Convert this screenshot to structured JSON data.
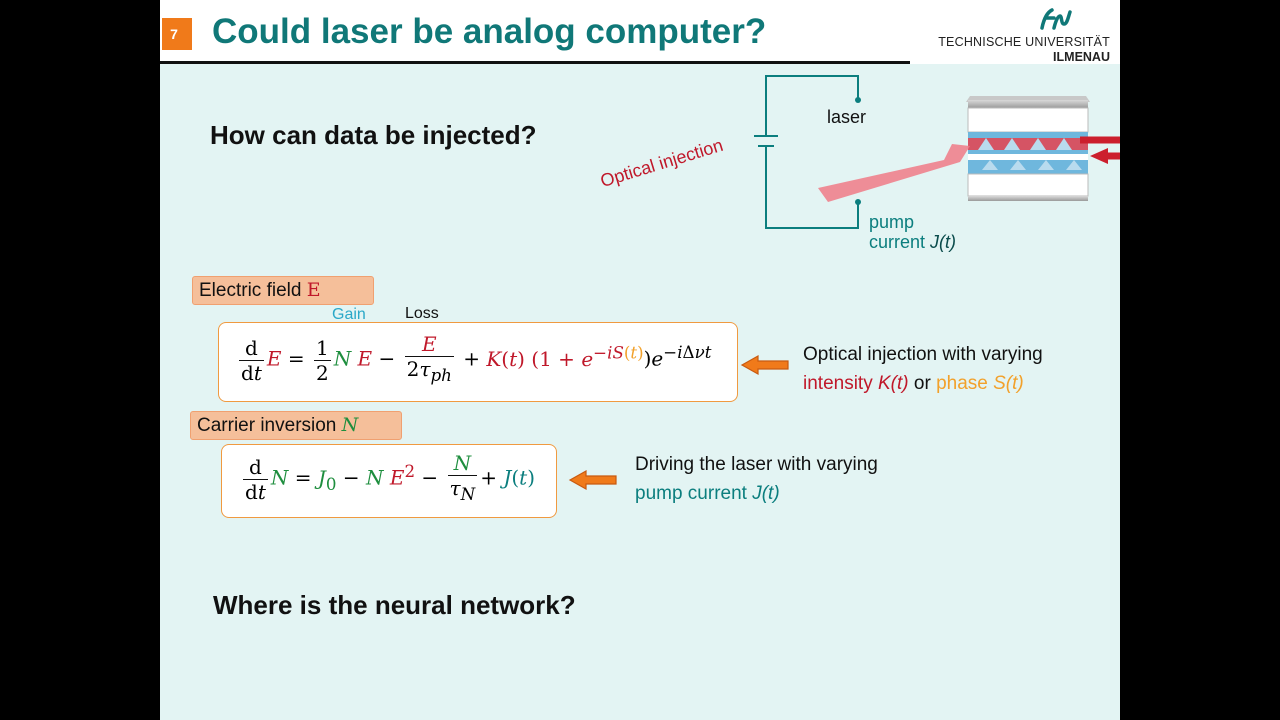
{
  "slide": {
    "number": "7",
    "title": "Could laser be analog computer?",
    "university": {
      "line1": "TECHNISCHE UNIVERSITÄT",
      "line2": "ILMENAU"
    },
    "question1": "How can data be injected?",
    "question2": "Where is the neural network?"
  },
  "diagram": {
    "laser_label": "laser",
    "optical_injection_label": "Optical injection",
    "pump_label": "pump",
    "current_label": "current",
    "current_symbol": "J(t)"
  },
  "electric_field": {
    "tag_text": "Electric field",
    "tag_symbol": "E",
    "gain_label": "Gain",
    "loss_label": "Loss",
    "description_line1": "Optical injection with varying",
    "description_intensity": "intensity",
    "description_K": "K(t)",
    "description_or": "or",
    "description_phase": "phase",
    "description_S": "S(t)"
  },
  "carrier_inversion": {
    "tag_text": "Carrier inversion",
    "tag_symbol": "N",
    "description_line1": "Driving the laser with varying",
    "description_pump": "pump current",
    "description_J": "J(t)"
  },
  "colors": {
    "title": "#107878",
    "accent_orange": "#f07a1a",
    "red": "#c0182a",
    "green": "#1e8e3e",
    "teal": "#0b7e7e",
    "phase_orange": "#f2a12b"
  }
}
